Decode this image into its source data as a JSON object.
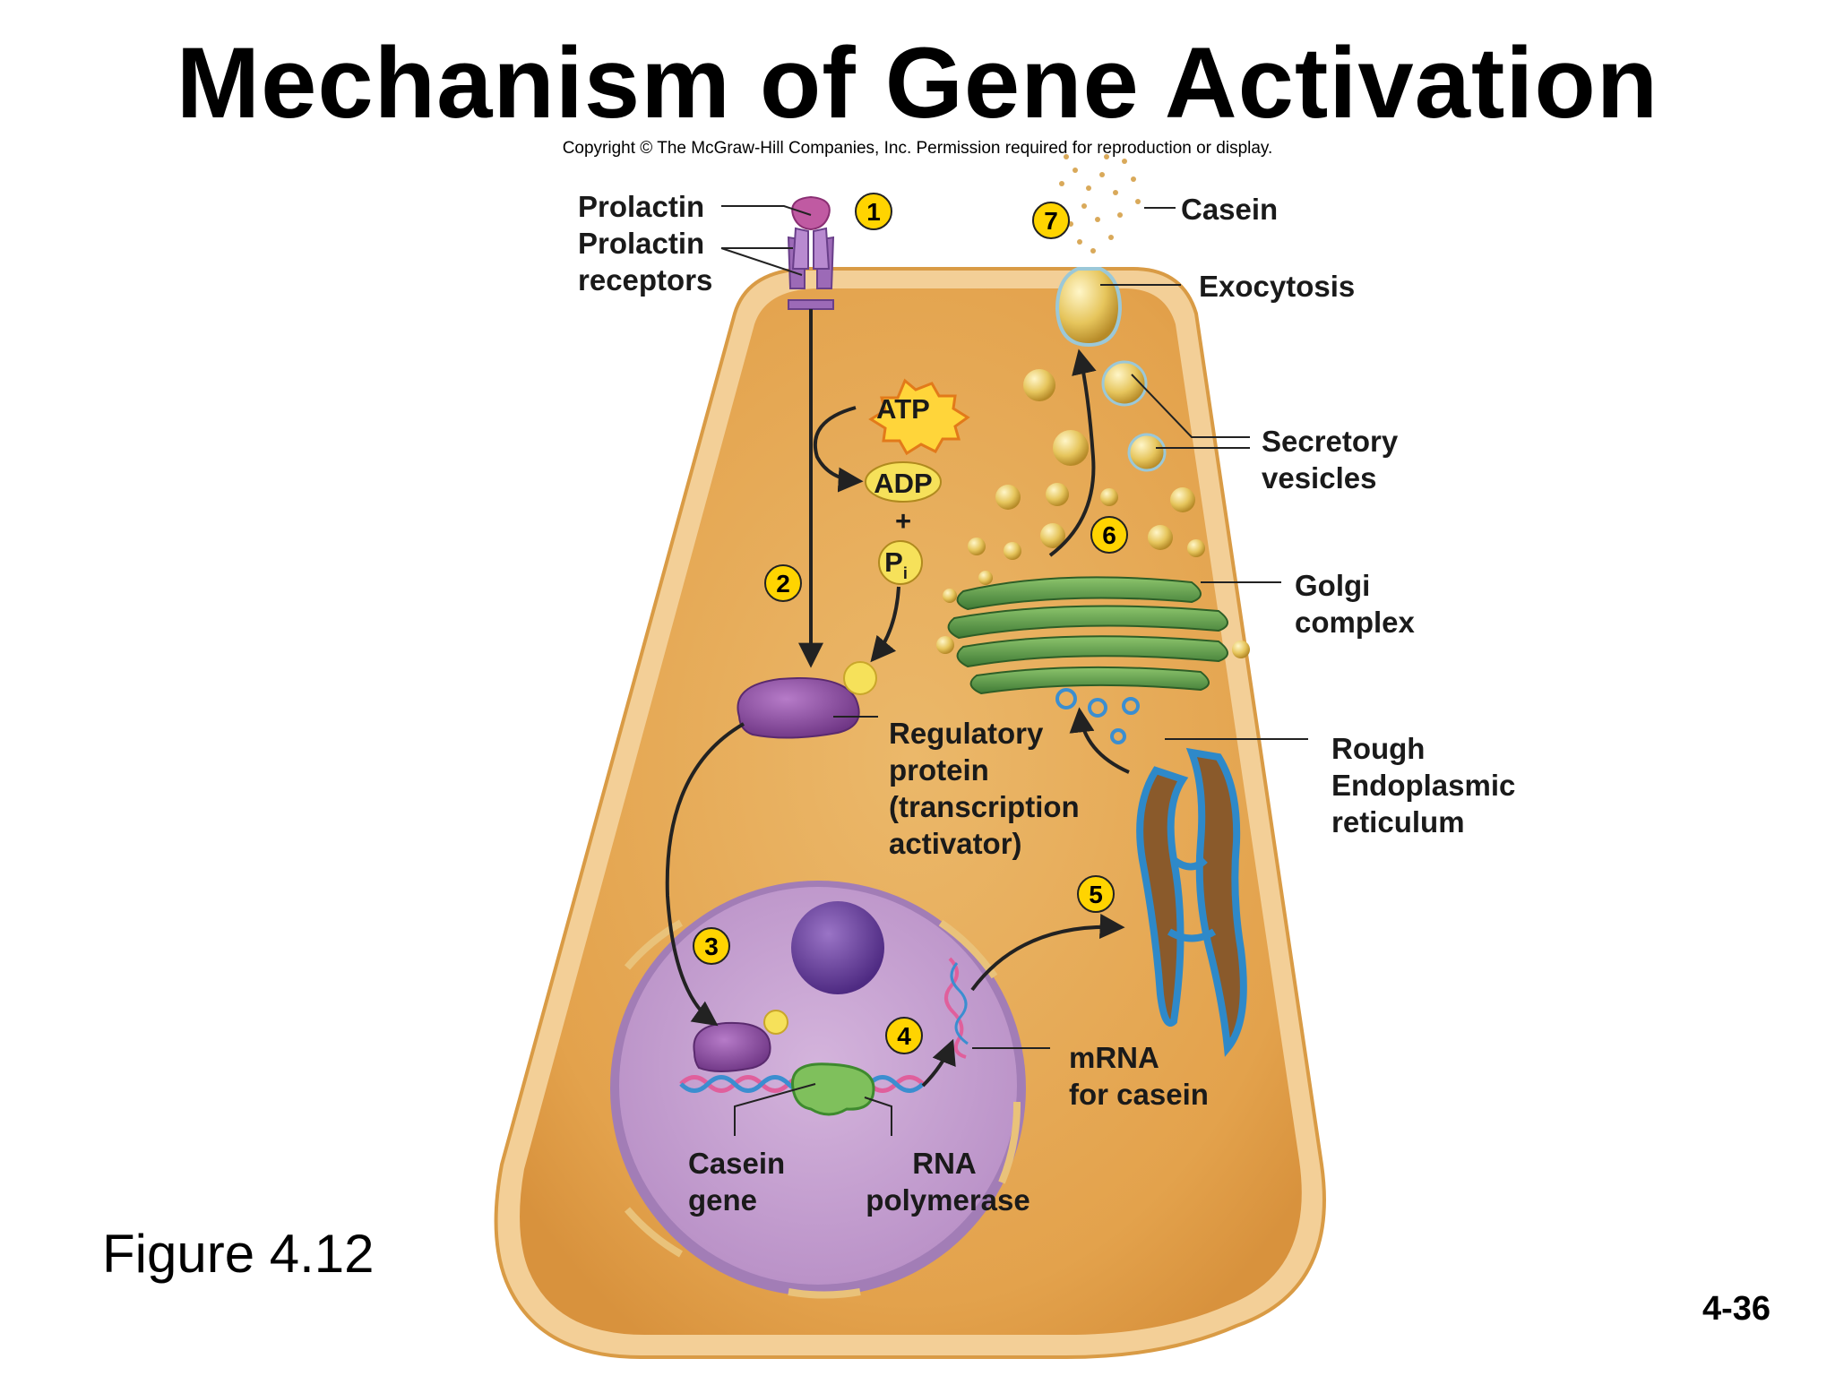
{
  "slide": {
    "title": "Mechanism of Gene Activation",
    "copyright": "Copyright © The McGraw-Hill Companies, Inc. Permission required for reproduction or display.",
    "figure_label": "Figure 4.12",
    "slide_number": "4-36"
  },
  "labels": {
    "prolactin": "Prolactin",
    "prolactin_receptors": [
      "Prolactin",
      "receptors"
    ],
    "casein": "Casein",
    "exocytosis": "Exocytosis",
    "secretory_vesicles": [
      "Secretory",
      "vesicles"
    ],
    "golgi_complex": [
      "Golgi",
      "complex"
    ],
    "rough_er": [
      "Rough",
      "Endoplasmic",
      "reticulum"
    ],
    "regulatory_protein": [
      "Regulatory",
      "protein",
      "(transcription",
      "activator)"
    ],
    "mrna": [
      "mRNA",
      "for casein"
    ],
    "casein_gene": [
      "Casein",
      "gene"
    ],
    "rna_polymerase": [
      "RNA",
      "polymerase"
    ]
  },
  "molecules": {
    "atp": "ATP",
    "adp": "ADP",
    "plus": "+",
    "pi": "P",
    "pi_subscript": "i"
  },
  "steps": [
    "1",
    "2",
    "3",
    "4",
    "5",
    "6",
    "7"
  ],
  "colors": {
    "cytoplasm": "#e7ac55",
    "membrane": "#f2c98e",
    "nucleus": "#c9a4d3",
    "nucleolus": "#6a3f9c",
    "receptor": "#a56bb8",
    "regulatory_protein": "#8a4e9e",
    "golgi": "#5e9a4b",
    "er": "#3a9ad0",
    "vesicle": "#e2c35a",
    "step_badge": "#ffd400"
  }
}
